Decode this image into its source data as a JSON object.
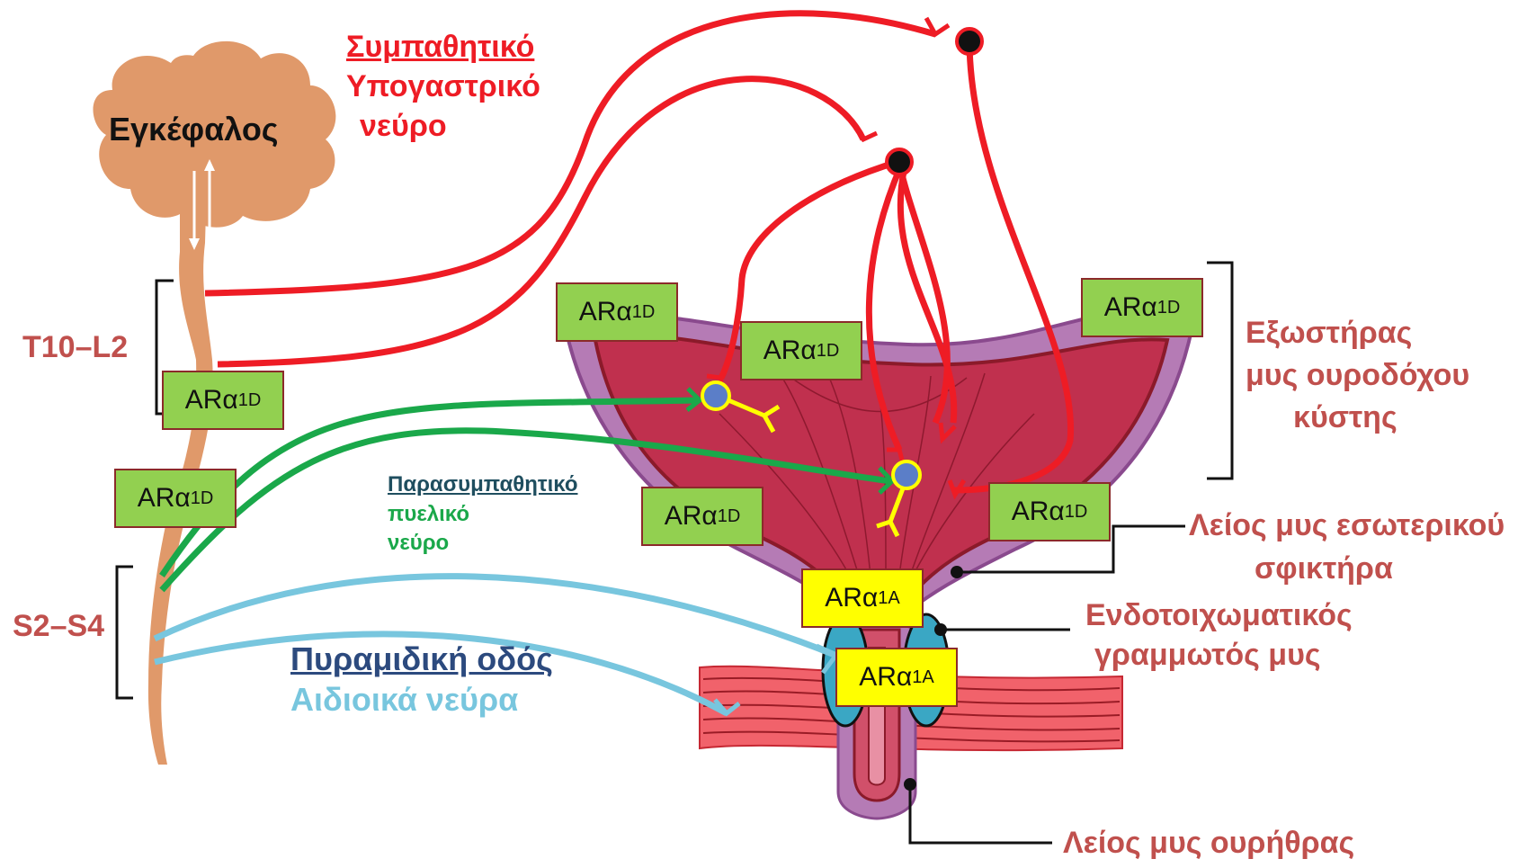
{
  "labels": {
    "brain": "Εγκέφαλος",
    "t10_l2": "T10–L2",
    "s2_s4": "S2–S4",
    "sympathetic_title": "Συμπαθητικό",
    "sympathetic_line2": "Υπογαστρικό",
    "sympathetic_line3": "νεύρο",
    "parasympathetic_title": "Παρασυμπαθητικό",
    "parasympathetic_line2": "πυελικό",
    "parasympathetic_line3": "νεύρο",
    "pyramidal_title": "Πυραμιδική οδός",
    "pudendal": "Αιδιοικά νεύρα",
    "detrusor_line1": "Εξωστήρας",
    "detrusor_line2": "μυς ουροδόχου",
    "detrusor_line3": "κύστης",
    "internal_sphincter_line1": "Λείος μυς εσωτερικού",
    "internal_sphincter_line2": "σφικτήρα",
    "rhabdosphincter_line1": "Ενδοτοιχωματικός",
    "rhabdosphincter_line2": "γραμμωτός μυς",
    "urethral_smooth": "Λείος μυς ουρήθρας"
  },
  "receptors": {
    "alpha1d_base": "ARα",
    "alpha1d_sub": "1D",
    "alpha1a_base": "ARα",
    "alpha1a_sub": "1A"
  },
  "colors": {
    "sympathetic": "#ee1c25",
    "parasympathetic": "#1aa84a",
    "pudendal": "#78c6de",
    "spinal_cord": "#e0996a",
    "bladder_outer": "#b57bb5",
    "bladder_inner": "#c0304e",
    "receptor_1d": "#92d050",
    "receptor_1a": "#ffff00",
    "label_red": "#c0504d"
  }
}
